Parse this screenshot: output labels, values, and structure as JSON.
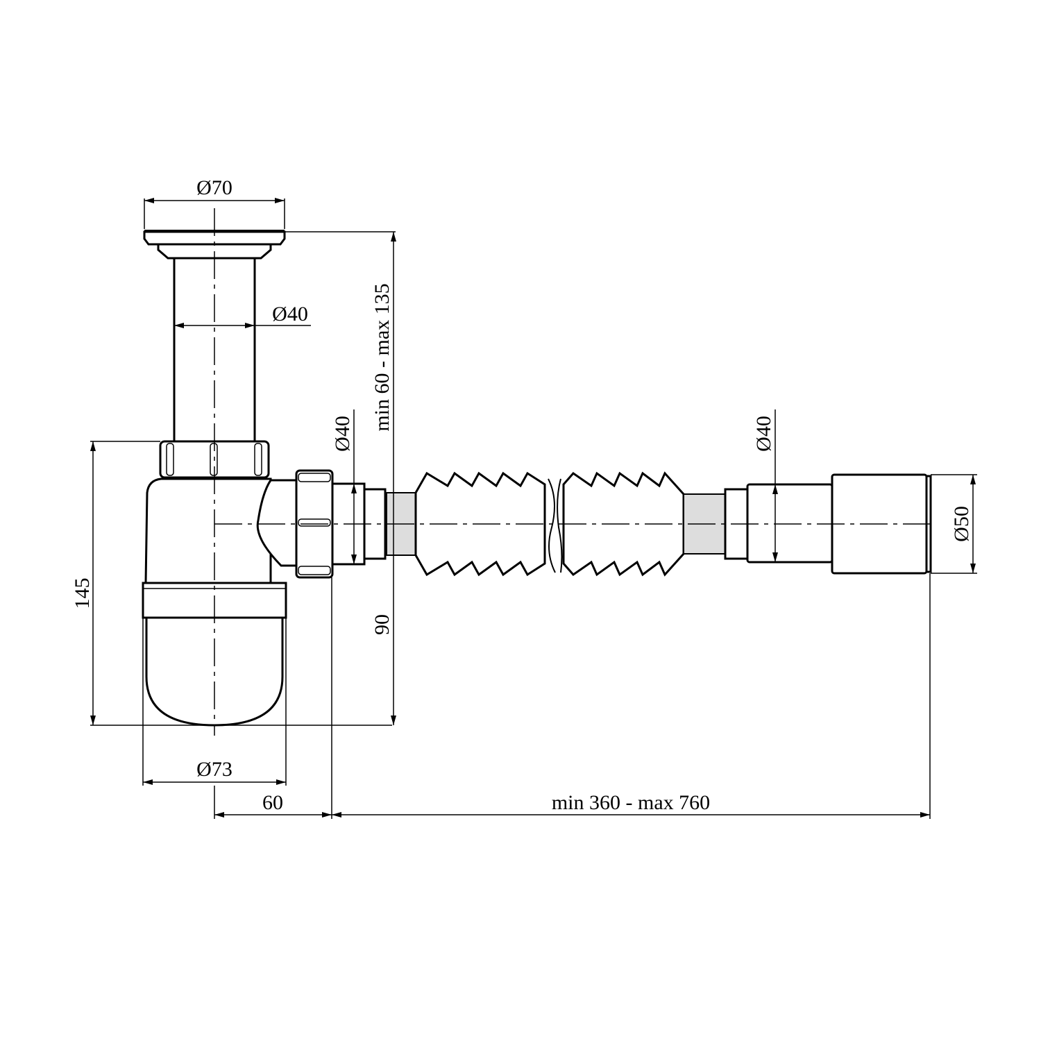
{
  "drawing": {
    "subject": "bottle siphon with flexible corrugated outlet hose",
    "line_color": "#000000",
    "background": "#ffffff"
  },
  "dimensions": {
    "top_flange_diameter": "Ø70",
    "tailpiece_diameter": "Ø40",
    "body_diameter": "Ø73",
    "outlet_diameter": "Ø40",
    "hose_end_diameter": "Ø40",
    "connector_diameter": "Ø50",
    "total_height": "145",
    "outlet_height": "90",
    "adjustable_height": "min 60 - max 135",
    "outlet_offset": "60",
    "hose_length": "min 360 - max 760"
  }
}
